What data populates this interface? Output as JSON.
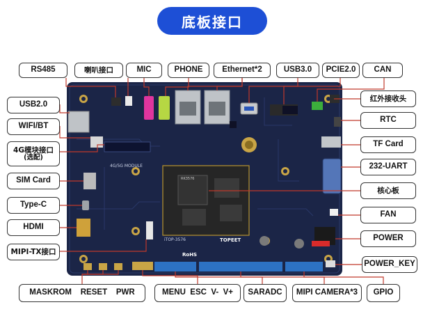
{
  "title": "底板接口",
  "labels": {
    "rs485": "RS485",
    "speaker": "喇叭接口",
    "mic": "MIC",
    "phone": "PHONE",
    "ethernet": "Ethernet*2",
    "usb30": "USB3.0",
    "pcie": "PCIE2.0",
    "can": "CAN",
    "usb20": "USB2.0",
    "wifi": "WIFI/BT",
    "lte_line1": "4G模块接口",
    "lte_line2": "(选配)",
    "sim": "SIM Card",
    "typec": "Type-C",
    "hdmi": "HDMI",
    "mipitx": "MIPI-TX接口",
    "ir": "红外接收头",
    "rtc": "RTC",
    "tf": "TF Card",
    "uart": "232-UART",
    "core": "核心板",
    "fan": "FAN",
    "power": "POWER",
    "power_key": "POWER_KEY",
    "buttons": "MASKROM    RESET    PWR",
    "keys": "MENU  ESC  V-  V+",
    "saradc": "SARADC",
    "mipi_cam": "MIPI CAMERA*3",
    "gpio": "GPIO"
  },
  "board": {
    "module_text": "4G/5G MODULE",
    "model_text": "iTOP-3576",
    "brand_text": "TOPEET",
    "rohs_text": "RoHS",
    "chip_text": "RK3576"
  },
  "colors": {
    "accent": "#1d4fd6",
    "board": "#1b2547",
    "leader": "#c0392b",
    "core": "#262626",
    "gold": "#b9952e"
  }
}
